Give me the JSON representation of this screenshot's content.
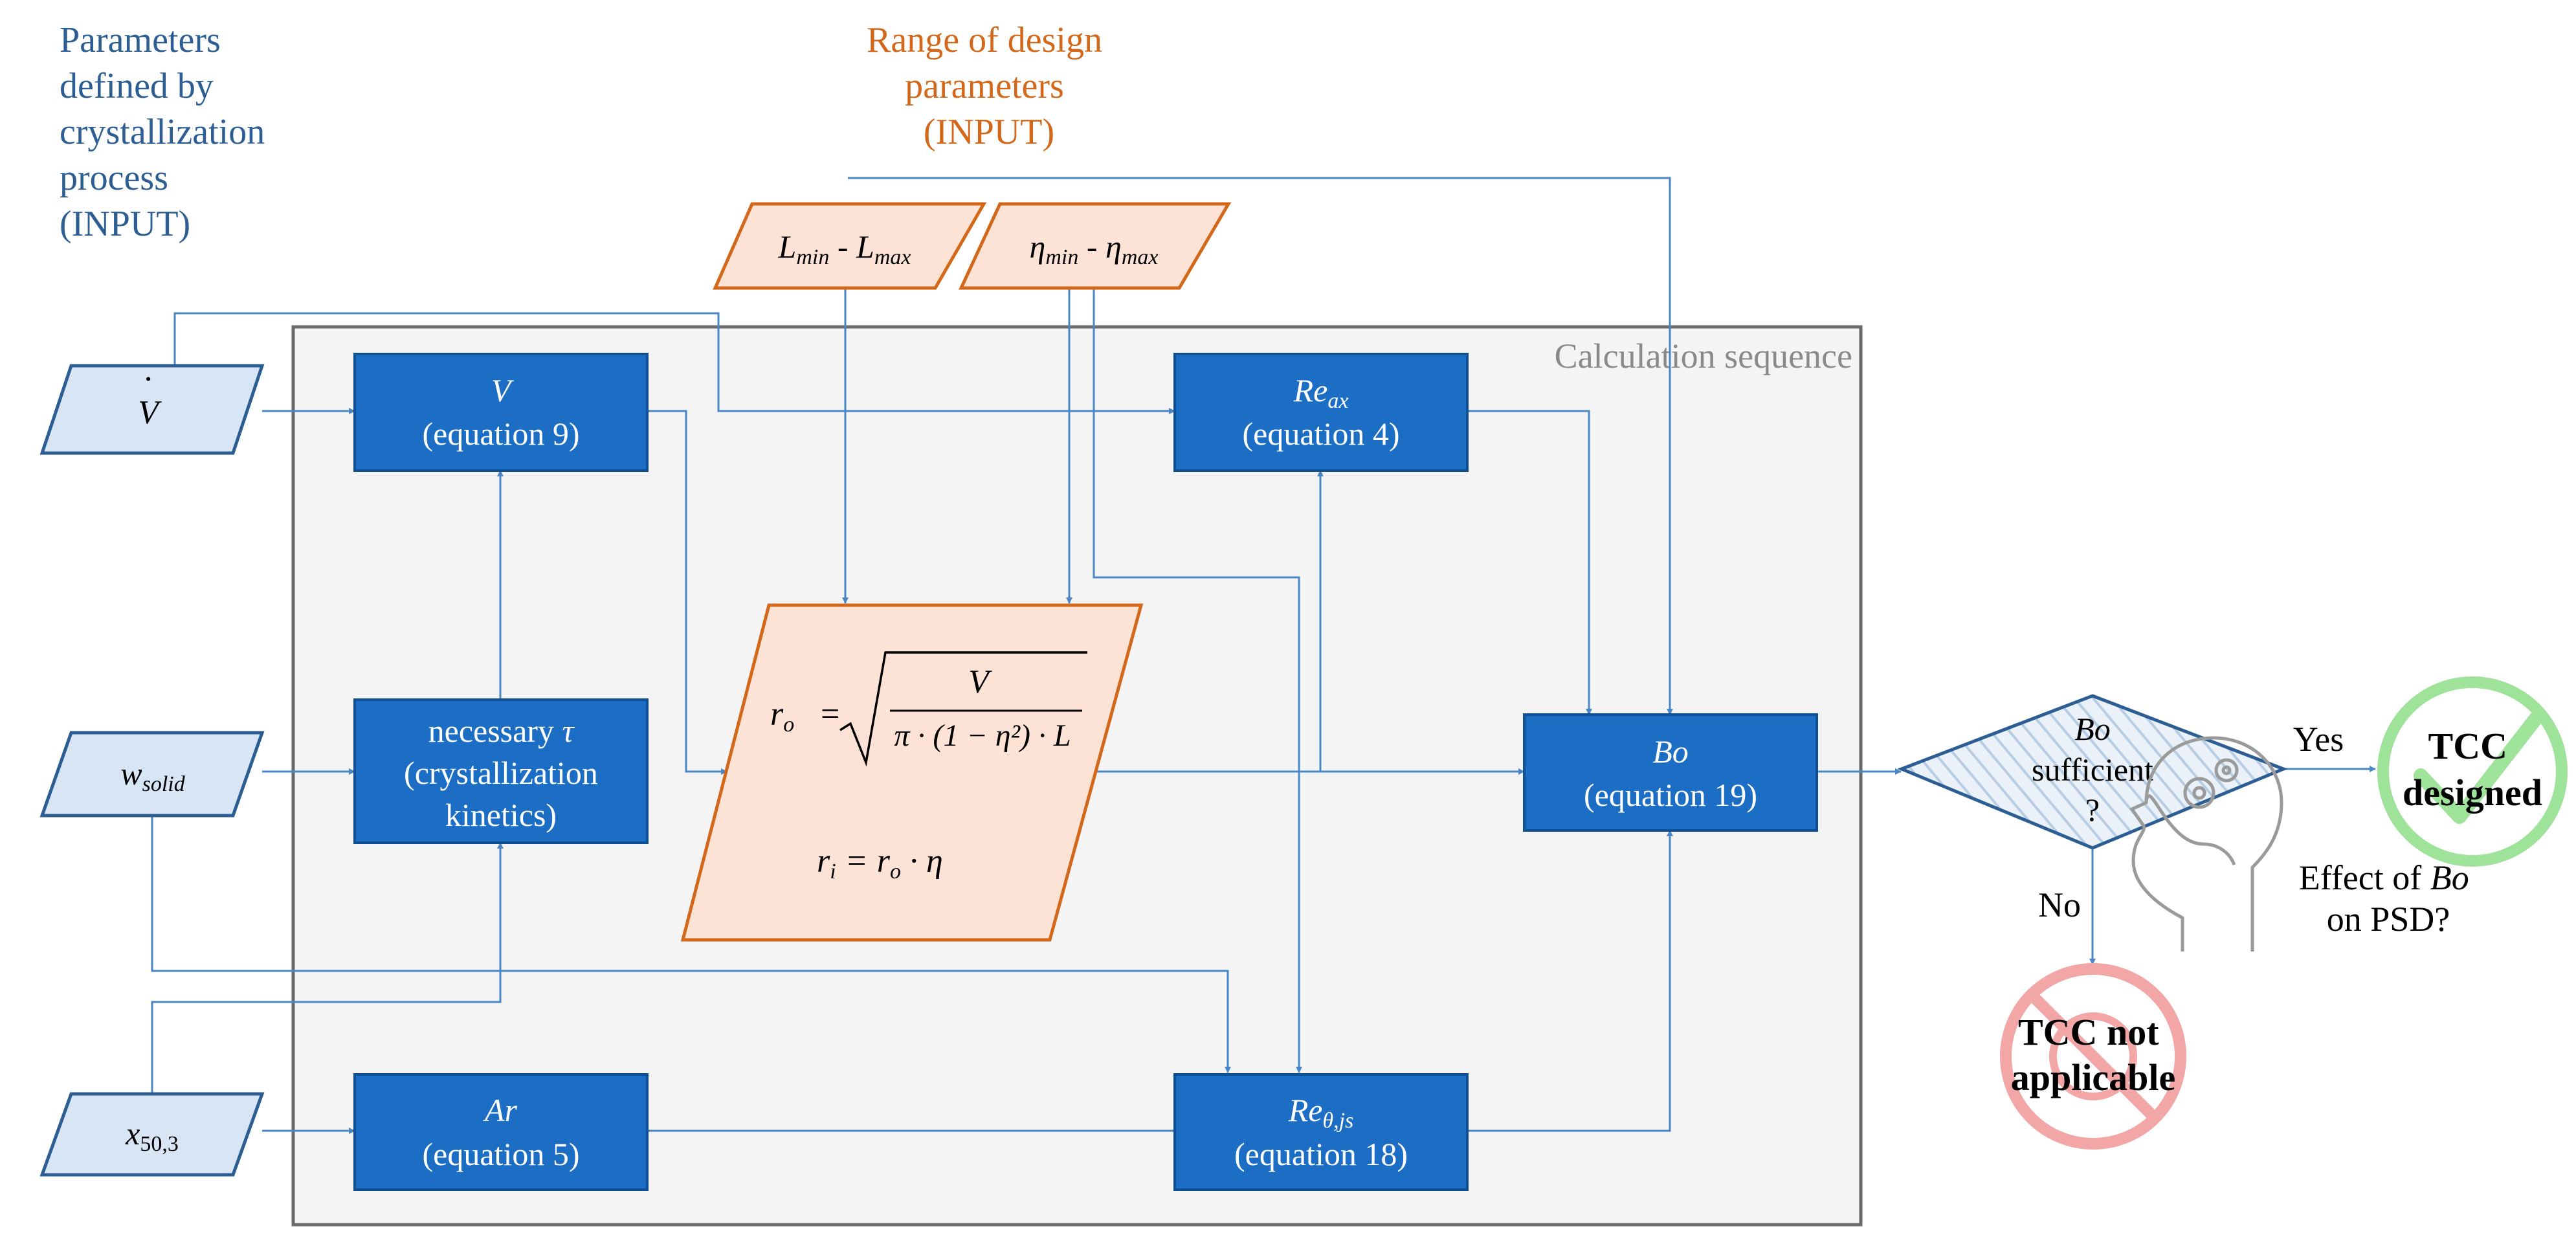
{
  "colors": {
    "blue": "#1b6ec4",
    "blue_border": "#0f4f94",
    "orange": "#d4681a",
    "orange_fill": "#fce3d6",
    "input_fill": "#d7e5f5",
    "input_border": "#2c5d93",
    "title_blue": "#2c5d93",
    "arrow": "#4a86c5",
    "panel_fill": "#f4f4f4",
    "panel_border": "#6b6b6b",
    "green": "#9fe39a",
    "red": "#f2a6a6",
    "grey": "#8a8a8a"
  },
  "labels": {
    "params_title": [
      "Parameters",
      "defined by",
      "crystallization",
      "process",
      "(INPUT)"
    ],
    "range_title": [
      "Range of design",
      "parameters",
      "(INPUT)"
    ],
    "calc_sequence": "Calculation sequence"
  },
  "inputs": {
    "vdot": {
      "symbol": "V",
      "dot": "˙"
    },
    "wsolid": {
      "base": "w",
      "sub": "solid"
    },
    "x50": {
      "base": "x",
      "sub": "50,3"
    },
    "L": {
      "b1": "L",
      "s1": "min",
      "sep": " - ",
      "b2": "L",
      "s2": "max"
    },
    "eta": {
      "b1": "η",
      "s1": "min",
      "sep": " - ",
      "b2": "η",
      "s2": "max"
    }
  },
  "boxes": {
    "V": {
      "sym": "V",
      "eq": "(equation 9)"
    },
    "tau": {
      "line1": "necessary ",
      "sym": "τ",
      "line2": "(crystallization",
      "line3": "kinetics)"
    },
    "Ar": {
      "sym": "Ar",
      "eq": "(equation 5)"
    },
    "Reax": {
      "base": "Re",
      "sub": "ax",
      "eq": "(equation 4)"
    },
    "Reth": {
      "base": "Re",
      "sub": "θ,js",
      "eq": "(equation 18)"
    },
    "Bo": {
      "sym": "Bo",
      "eq": "(equation 19)"
    }
  },
  "formula": {
    "ro_label": "r",
    "ro_sub": "o",
    "equals": "=",
    "numerator": "V",
    "denominator": "π · (1 − η²) · L",
    "ri_label": "r",
    "ri_sub": "i",
    "ri_rhs_r": "r",
    "ri_rhs_sub": "o",
    "ri_rhs_rest": " · η"
  },
  "decision": {
    "line1": "Bo",
    "line2": "sufficient",
    "line3": "?"
  },
  "branches": {
    "yes": "Yes",
    "no": "No"
  },
  "outcomes": {
    "designed": [
      "TCC",
      "designed"
    ],
    "not_applicable": [
      "TCC not",
      "applicable"
    ]
  },
  "effect_note": {
    "line1_a": "Effect of ",
    "line1_b": "Bo",
    "line2": "on PSD?"
  }
}
